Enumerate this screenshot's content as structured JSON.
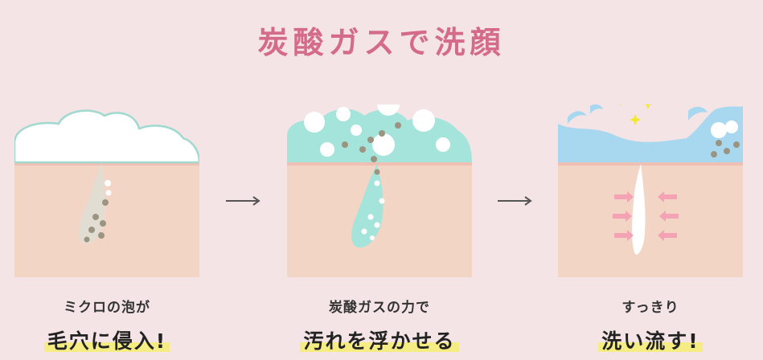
{
  "title": "炭酸ガスで洗顔",
  "steps": [
    {
      "subtitle": "ミクロの泡が",
      "headline": "毛穴に侵入!"
    },
    {
      "subtitle": "炭酸ガスの力で",
      "headline": "汚れを浮かせる"
    },
    {
      "subtitle": "すっきり",
      "headline": "洗い流す!"
    }
  ],
  "colors": {
    "title": "#d36b89",
    "background": "#f4e4e6",
    "skin": "#f3d5c6",
    "foam_mint": "#a4e4da",
    "water_blue": "#a8d8ef",
    "highlight_yellow": "#f6ec84",
    "arrow_pink": "#f3a3b4",
    "sparkle": "#f3e82a"
  },
  "icons": [
    "arrow-right-icon",
    "sparkle-icon",
    "inward-arrow-icon"
  ]
}
